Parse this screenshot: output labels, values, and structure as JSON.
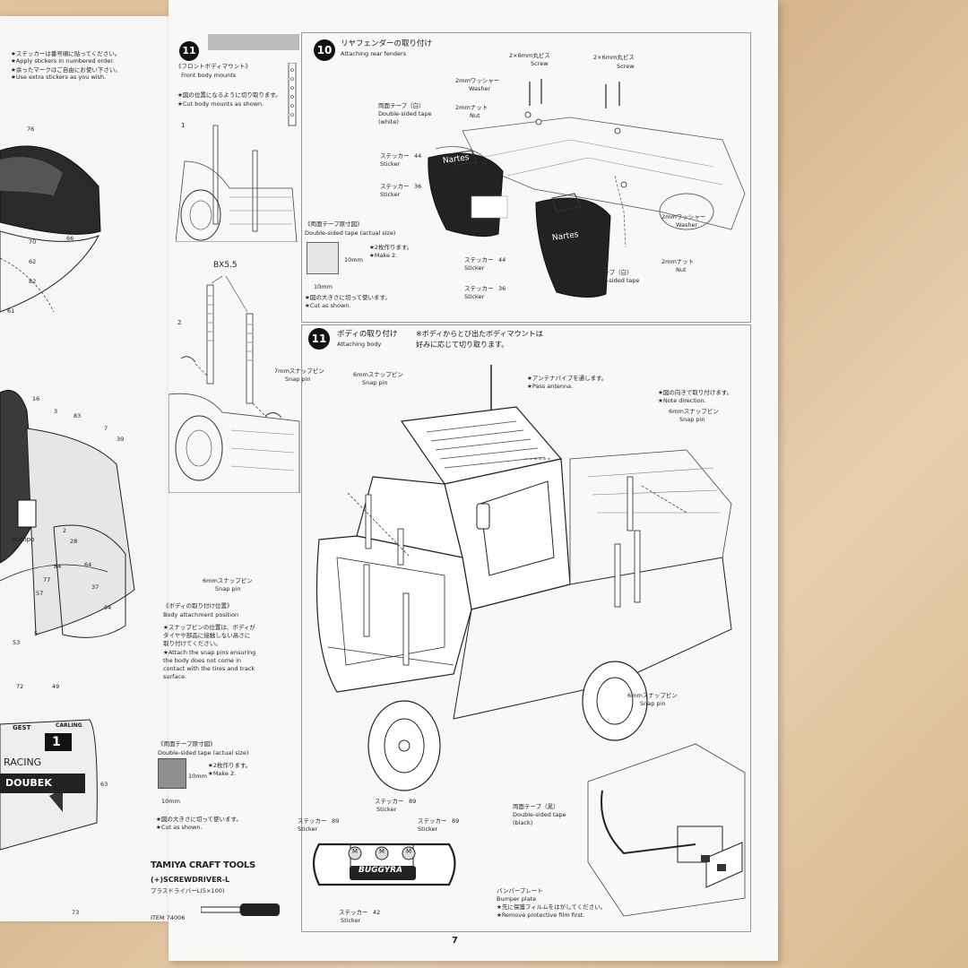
{
  "page_number": "7",
  "left_page": {
    "notes": [
      "★ステッカーは番号順に貼ってください。",
      "★Apply stickers in numbered order.",
      "★余ったマークはご自由にお使い下さい。",
      "★Use extra stickers as you wish."
    ],
    "numbers_top": [
      "76",
      "70",
      "66",
      "62",
      "82",
      "61"
    ],
    "numbers_mid": [
      "16",
      "3",
      "83",
      "7",
      "39",
      "57",
      "64",
      "37",
      "94",
      "2",
      "77",
      "28",
      "5",
      "53",
      "84"
    ],
    "numbers_bottom": [
      "72",
      "49",
      "63",
      "73"
    ],
    "truck_texts": {
      "gest": "GEST",
      "carling": "CARLING",
      "racing": "RACING",
      "doubek": "DOUBEK",
      "num": "1",
      "pumpo": "pumpo"
    }
  },
  "step11a": {
    "number": "11",
    "title_jp": "《フロントボディマウント》",
    "title_en": "Front body mounts",
    "note_jp": "★図の位置になるように切り取ります。",
    "note_en": "★Cut body mounts as shown.",
    "sub1": "1",
    "sub2": "2",
    "part": "BX5.5",
    "pin_jp": "7mmスナップピン",
    "pin_en": "Snap pin",
    "attach_jp": "《ボディの取り付け位置》",
    "attach_en": "Body attachment position",
    "attach_note_jp": [
      "★スナップピンの位置は、ボディが",
      "タイヤや部品に接触しない高さに",
      "取り付けてください。"
    ],
    "attach_note_en": [
      "★Attach the snap pins ensuring",
      "the body does not come in",
      "contact with the tires and track",
      "surface."
    ],
    "tape_jp": "《両面テープ原寸図》",
    "tape_en": "Double-sided tape (actual size)",
    "tape_make_jp": "★2枚作ります。",
    "tape_make_en": "★Make 2.",
    "tape_w": "10mm",
    "tape_h": "10mm",
    "tape_cut_jp": "★図の大きさに切って使います。",
    "tape_cut_en": "★Cut as shown.",
    "tools": "TAMIYA CRAFT TOOLS",
    "driver": "(+)SCREWDRIVER-L",
    "driver_jp": "プラスドライバーL(5×100)",
    "item": "ITEM 74006"
  },
  "step10": {
    "number": "10",
    "title_jp": "リヤフェンダーの取り付け",
    "title_en": "Attaching rear fenders",
    "screw_jp": "2×6mm丸ビス",
    "screw_en": "Screw",
    "washer_jp": "2mmワッシャー",
    "washer_en": "Washer",
    "nut_jp": "2mmナット",
    "nut_en": "Nut",
    "tape_white_jp": "両面テープ（白）",
    "tape_white_en": "Double-sided tape",
    "white": "(white)",
    "sticker_jp": "ステッカー",
    "sticker_en": "Sticker",
    "s44": "44",
    "s36": "36",
    "tape_jp": "《両面テープ原寸図》",
    "tape_en": "Double-sided tape (actual size)",
    "make_jp": "★2枚作ります。",
    "make_en": "★Make 2.",
    "cut_jp": "★図の大きさに切って使います。",
    "cut_en": "★Cut as shown.",
    "w": "10mm",
    "h": "10mm",
    "brand": "Nartes"
  },
  "step11b": {
    "number": "11",
    "title_jp": "ボディの取り付け",
    "title_en": "Attaching body",
    "note_jp": [
      "※ボディからとび出たボディマウントは",
      "好みに応じて切り取ります。"
    ],
    "pin6_jp": "6mmスナップピン",
    "pin_en": "Snap pin",
    "antenna_jp": "★アンテナパイプを通します。",
    "antenna_en": "★Pass antenna.",
    "dir_jp": "★図の向きで取り付けます。",
    "dir_en": "★Note direction.",
    "sticker_jp": "ステッカー",
    "sticker_en": "Sticker",
    "s89": "89",
    "s42": "42",
    "tape_black_jp": "両面テープ（黒）",
    "tape_black_en": "Double-sided tape",
    "black": "(black)",
    "bumper_jp": "バンパープレート",
    "bumper_en": "Bumper plate",
    "film_jp": "★先に保護フィルムをはがしてください。",
    "film_en": "★Remove protective film first.",
    "buggyra": "BUGGYRA",
    "m": "M"
  }
}
